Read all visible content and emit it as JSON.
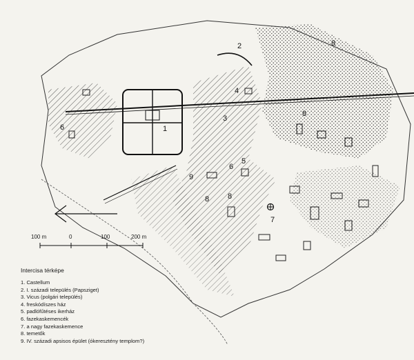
{
  "map": {
    "area_labels": {
      "l1": "1",
      "l2": "2",
      "l3": "3",
      "l4": "4",
      "l5": "5",
      "l6": "6",
      "l6b": "6",
      "l7": "7",
      "l8a": "8",
      "l8b": "8",
      "l8c": "8",
      "l8d": "8",
      "l9": "9"
    },
    "arrow_icon": "arrow-left-icon"
  },
  "scale": {
    "labels": [
      "100 m",
      "0",
      "100",
      "200 m"
    ]
  },
  "legend": {
    "title": "Intercisa térképe",
    "items": [
      "1. Castellum",
      "2. I. századi település (Papsziget)",
      "3. Vicus (polgári település)",
      "4. freskódíszes ház",
      "5. padlófűtéses ikerház",
      "6. fazekaskemencék",
      "7. a nagy fazekaskemence",
      "8. temetők",
      "9. IV. századi apsisos épület (ókeresztény templom?)"
    ]
  }
}
